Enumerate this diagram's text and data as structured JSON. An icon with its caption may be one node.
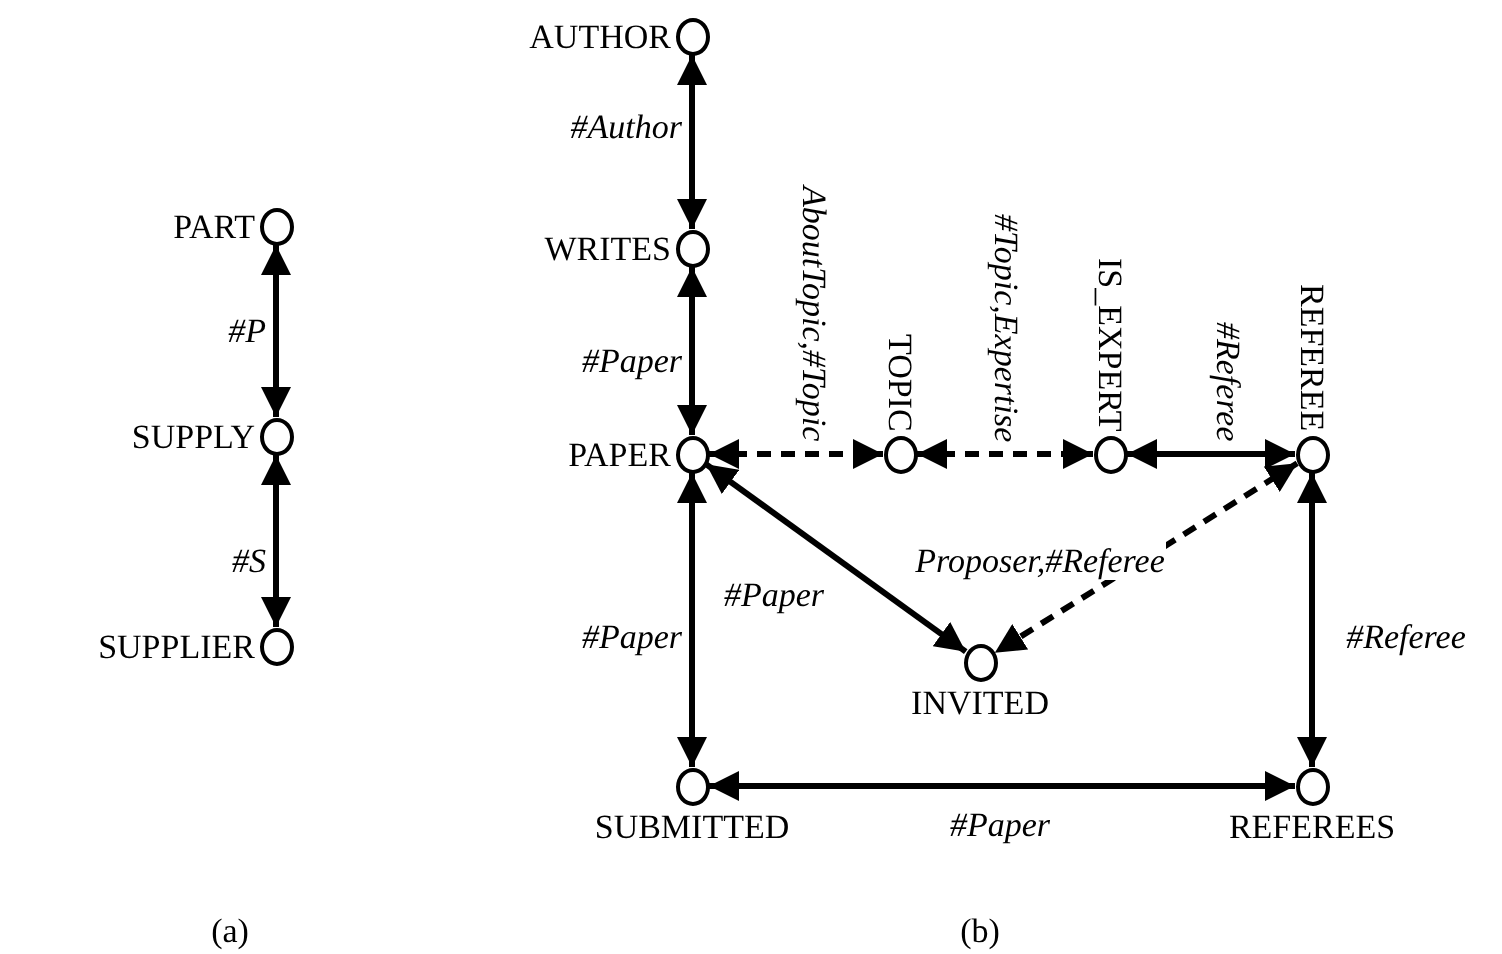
{
  "diagram": {
    "nodes": [
      {
        "text": [
          "PART"
        ]
      },
      {
        "text": [
          "SUPPLY"
        ]
      },
      {
        "text": [
          "SUPPLIER"
        ]
      },
      {
        "text": [
          "AUTHOR"
        ]
      },
      {
        "text": [
          "WRITES"
        ]
      },
      {
        "text": [
          "PAPER"
        ]
      },
      {
        "text": [
          "TOPIC"
        ]
      },
      {
        "text": [
          "IS_EXPERT"
        ]
      },
      {
        "text": [
          "REFEREE"
        ]
      },
      {
        "text": [
          "INVITED"
        ]
      },
      {
        "text": [
          "SUBMITTED"
        ]
      },
      {
        "text": [
          "REFEREES"
        ]
      }
    ],
    "edges": [
      {
        "from": 0,
        "to": 1,
        "arrow": "both",
        "label": "#P"
      },
      {
        "from": 1,
        "to": 2,
        "arrow": "both",
        "label": "#S"
      },
      {
        "from": 3,
        "to": 4,
        "arrow": "both",
        "label": "#Author"
      },
      {
        "from": 4,
        "to": 5,
        "arrow": "both",
        "label": "#Paper"
      },
      {
        "from": 5,
        "to": 6,
        "arrow": "both",
        "label": "AboutTopic,#Topic",
        "style": "dashed"
      },
      {
        "from": 6,
        "to": 7,
        "arrow": "both",
        "label": "#Topic,Expertise",
        "style": "dashed"
      },
      {
        "from": 7,
        "to": 8,
        "arrow": "both",
        "label": "#Referee"
      },
      {
        "from": 5,
        "to": 9,
        "arrow": "both",
        "label": "#Paper"
      },
      {
        "from": 8,
        "to": 9,
        "arrow": "both",
        "label": "Proposer,#Referee",
        "style": "dashed"
      },
      {
        "from": 5,
        "to": 10,
        "arrow": "both",
        "label": "#Paper"
      },
      {
        "from": 8,
        "to": 11,
        "arrow": "both",
        "label": "#Referee"
      },
      {
        "from": 10,
        "to": 11,
        "arrow": "both",
        "label": "#Paper"
      }
    ],
    "labels": [
      "(a)",
      "(b)"
    ]
  }
}
